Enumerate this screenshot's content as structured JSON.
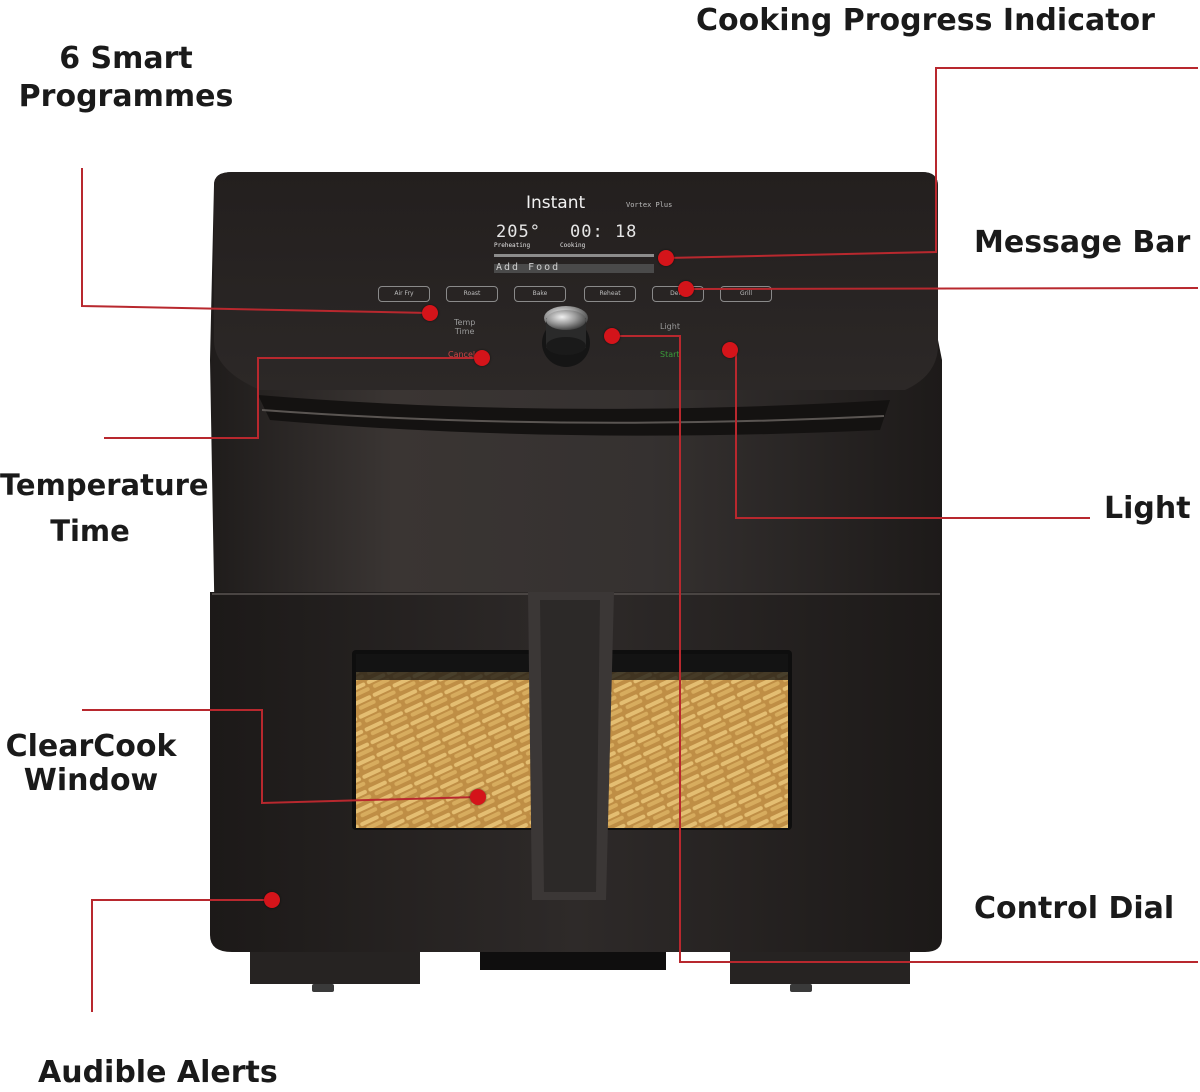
{
  "callouts": {
    "cooking_progress": "Cooking Progress Indicator",
    "smart_programmes_line1": "6 Smart",
    "smart_programmes_line2": "Programmes",
    "message_bar": "Message Bar",
    "temperature": "Temperature",
    "time": "Time",
    "light": "Light",
    "clearcook_line1": "ClearCook",
    "clearcook_line2": "Window",
    "control_dial": "Control Dial",
    "audible_alerts": "Audible Alerts"
  },
  "device": {
    "brand": "Instant",
    "model": "Vortex Plus",
    "display_temp": "205°",
    "display_time": "00: 18",
    "status_left": "Preheating",
    "status_right": "Cooking",
    "message": "Add Food",
    "buttons": [
      "Air Fry",
      "Roast",
      "Bake",
      "Reheat",
      "Dehy",
      "Grill"
    ],
    "temp_time_label": "Temp\nTime",
    "cancel_label": "Cancel",
    "light_label": "Light",
    "start_label": "Start"
  },
  "colors": {
    "callout_line": "#b8282e",
    "marker": "#d4141a",
    "fryer_body": "#2b2827"
  }
}
